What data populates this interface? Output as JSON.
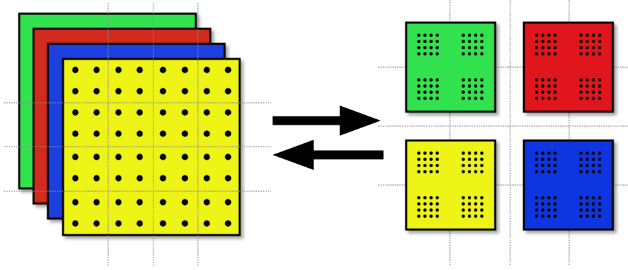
{
  "colors": {
    "green": "#33e24f",
    "red": "#e0141c",
    "blue": "#0c35e0",
    "yellow": "#eef418",
    "red_layer": "#d22a1c",
    "blue_layer": "#1f3fe0",
    "dot": "#000000",
    "outline": "#000000",
    "guide": "#8a8a8a"
  },
  "left_stack": {
    "layers": [
      "green",
      "red_layer",
      "blue_layer",
      "yellow"
    ],
    "grid": "4x4",
    "dots_per_cell": 4
  },
  "arrows": [
    {
      "name": "arrow-right-icon",
      "direction": "right"
    },
    {
      "name": "arrow-left-icon",
      "direction": "left"
    }
  ],
  "right_tiles": [
    {
      "name": "green-tile",
      "color": "green",
      "quadrants": 4,
      "dots_per_quadrant": 16
    },
    {
      "name": "red-tile",
      "color": "red",
      "quadrants": 4,
      "dots_per_quadrant": 16
    },
    {
      "name": "yellow-tile",
      "color": "yellow",
      "quadrants": 4,
      "dots_per_quadrant": 16
    },
    {
      "name": "blue-tile",
      "color": "blue",
      "quadrants": 4,
      "dots_per_quadrant": 16
    }
  ]
}
